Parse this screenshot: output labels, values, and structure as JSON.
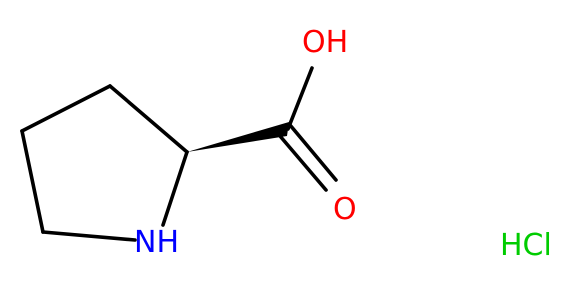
{
  "molecule": {
    "atoms": {
      "hydroxyl": "OH",
      "carbonyl_oxygen": "O",
      "ring_nitrogen": "NH"
    },
    "salt": "HCl"
  },
  "colors": {
    "bond": "#000000",
    "oxygen": "#ff0000",
    "nitrogen": "#0000ff",
    "salt": "#00cc00"
  }
}
